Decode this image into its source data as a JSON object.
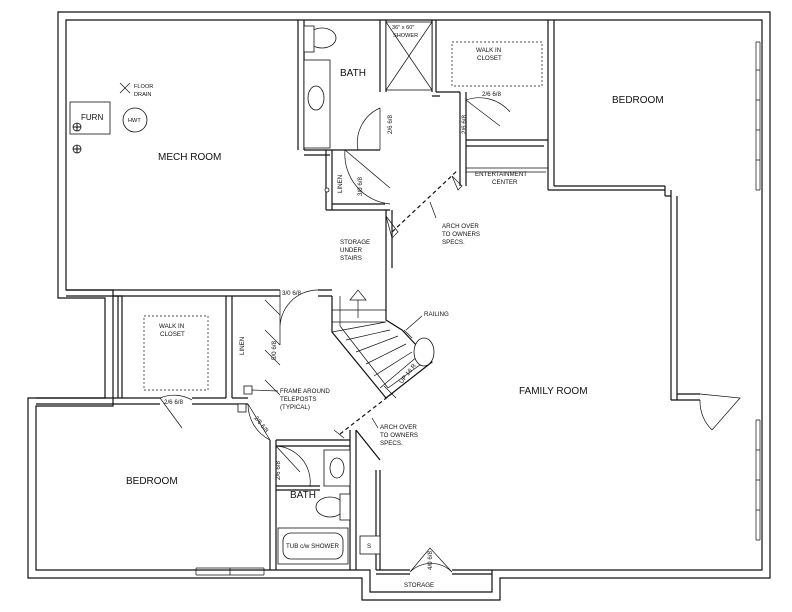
{
  "rooms": {
    "mech_room": "MECH ROOM",
    "bath_upper": "BATH",
    "bedroom_upper": "BEDROOM",
    "family_room": "FAMILY ROOM",
    "bedroom_lower": "BEDROOM",
    "bath_lower": "BATH",
    "storage_bottom": "STORAGE"
  },
  "fixtures": {
    "furn": "FURN",
    "hwt": "HWT",
    "floor_drain": [
      "FLOOR",
      "DRAIN"
    ],
    "shower": [
      "36\" x 60\"",
      "SHOWER"
    ],
    "walk_in_closet_upper": [
      "WALK IN",
      "CLOSET"
    ],
    "walk_in_closet_lower": [
      "WALK IN",
      "CLOSET"
    ],
    "entertainment_center": [
      "ENTERTAINMENT",
      "CENTER"
    ],
    "linen_upper": "LINEN",
    "linen_lower": "LINEN",
    "storage_under_stairs": [
      "STORAGE",
      "UNDER",
      "STAIRS"
    ],
    "railing": "RAILING",
    "up_16r": "UP 16 R",
    "tub": "TUB c/w SHOWER",
    "sump": "S"
  },
  "notes": {
    "arch_upper": [
      "ARCH OVER",
      "TO OWNERS",
      "SPECS."
    ],
    "arch_lower": [
      "ARCH OVER",
      "TO OWNERS",
      "SPECS."
    ],
    "frame_teleposts": [
      "FRAME AROUND",
      "TELEPOSTS",
      "(TYPICAL)"
    ]
  },
  "doors": {
    "bath_upper": "2/6 6/8",
    "bedroom_upper": "2/6 6/8",
    "linen_upper": "3/0 6/8",
    "stairs_storage": "3/0 6/8",
    "linen_lower": "5/0 6/8",
    "closet_lower": "2/6 6/8",
    "bedroom_lower": "2/6 6/8",
    "bath_lower": "2/6 6/8",
    "storage_bottom": "4/0 6/8"
  }
}
